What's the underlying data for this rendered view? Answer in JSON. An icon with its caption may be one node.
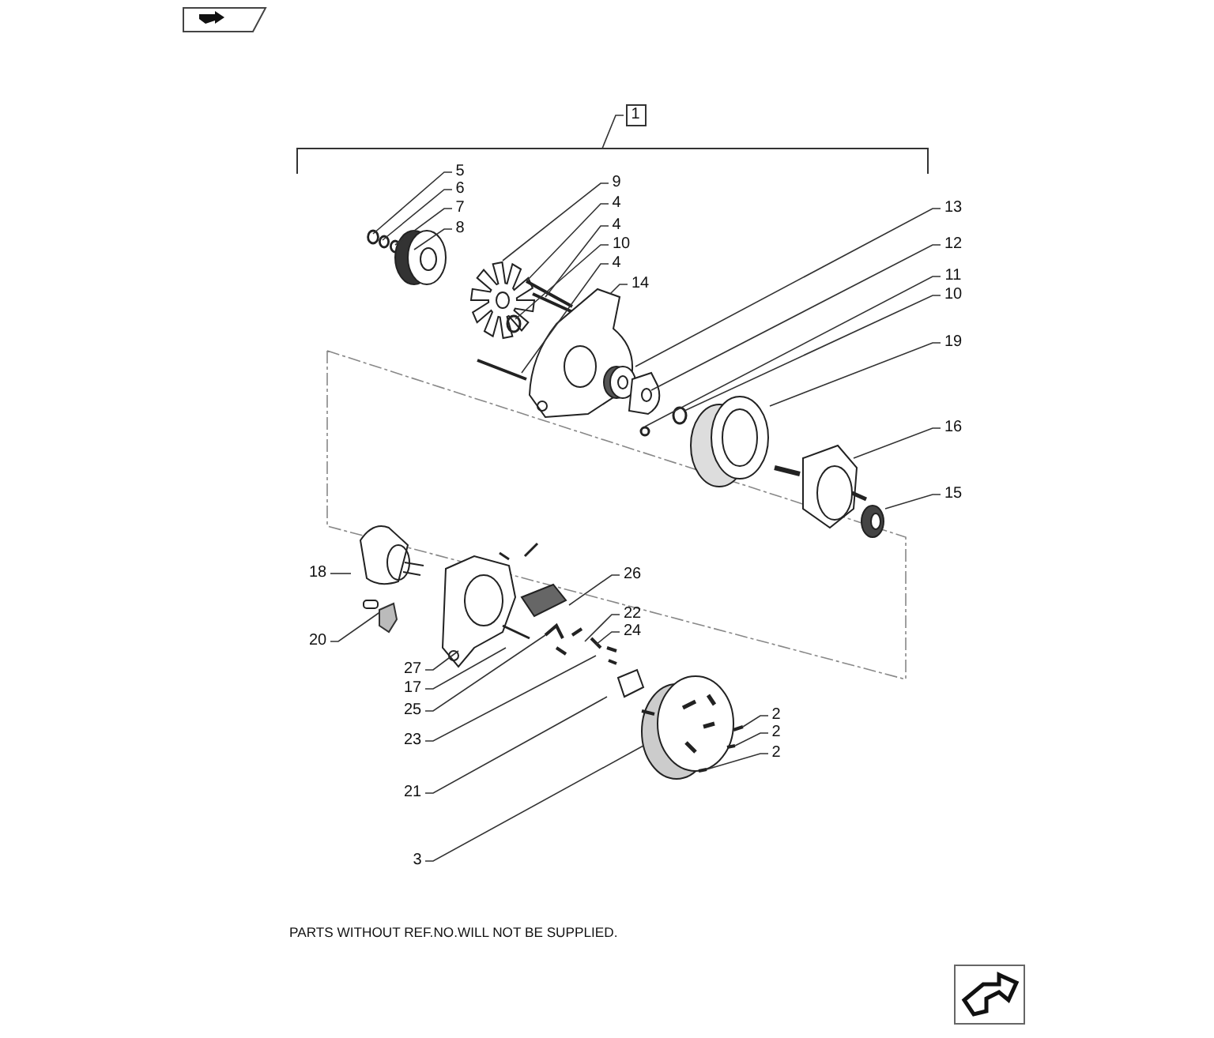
{
  "diagram": {
    "nodes": [
      {
        "text": [
          "1"
        ]
      },
      {
        "text": [
          "5"
        ]
      },
      {
        "text": [
          "6"
        ]
      },
      {
        "text": [
          "7"
        ]
      },
      {
        "text": [
          "8"
        ]
      },
      {
        "text": [
          "9"
        ]
      },
      {
        "text": [
          "4"
        ]
      },
      {
        "text": [
          "4"
        ]
      },
      {
        "text": [
          "10"
        ]
      },
      {
        "text": [
          "4"
        ]
      },
      {
        "text": [
          "14"
        ]
      },
      {
        "text": [
          "13"
        ]
      },
      {
        "text": [
          "12"
        ]
      },
      {
        "text": [
          "11"
        ]
      },
      {
        "text": [
          "10"
        ]
      },
      {
        "text": [
          "19"
        ]
      },
      {
        "text": [
          "16"
        ]
      },
      {
        "text": [
          "15"
        ]
      },
      {
        "text": [
          "18"
        ]
      },
      {
        "text": [
          "26"
        ]
      },
      {
        "text": [
          "22"
        ]
      },
      {
        "text": [
          "24"
        ]
      },
      {
        "text": [
          "20"
        ]
      },
      {
        "text": [
          "27"
        ]
      },
      {
        "text": [
          "17"
        ]
      },
      {
        "text": [
          "25"
        ]
      },
      {
        "text": [
          "23"
        ]
      },
      {
        "text": [
          "2"
        ]
      },
      {
        "text": [
          "2"
        ]
      },
      {
        "text": [
          "2"
        ]
      },
      {
        "text": [
          "21"
        ]
      },
      {
        "text": [
          "3"
        ]
      },
      {
        "text": [],
        "shape": "bracket"
      },
      {
        "text": [],
        "shape": "picture"
      }
    ],
    "edges": [
      {
        "from": 0,
        "to": 32,
        "arrow": "none"
      },
      {
        "from": 1,
        "to": null,
        "arrow": "none"
      },
      {
        "from": 2,
        "to": null,
        "arrow": "none"
      },
      {
        "from": 3,
        "to": null,
        "arrow": "none"
      },
      {
        "from": 4,
        "to": null,
        "arrow": "none"
      },
      {
        "from": 5,
        "to": null,
        "arrow": "none"
      },
      {
        "from": 6,
        "to": null,
        "arrow": "none"
      },
      {
        "from": 7,
        "to": null,
        "arrow": "none"
      },
      {
        "from": 8,
        "to": null,
        "arrow": "none"
      },
      {
        "from": 9,
        "to": null,
        "arrow": "none"
      },
      {
        "from": 10,
        "to": null,
        "arrow": "none"
      },
      {
        "from": 11,
        "to": null,
        "arrow": "none"
      },
      {
        "from": 12,
        "to": null,
        "arrow": "none"
      },
      {
        "from": 13,
        "to": null,
        "arrow": "none"
      },
      {
        "from": 14,
        "to": null,
        "arrow": "none"
      },
      {
        "from": 15,
        "to": null,
        "arrow": "none"
      },
      {
        "from": 16,
        "to": null,
        "arrow": "none"
      },
      {
        "from": 17,
        "to": null,
        "arrow": "none"
      },
      {
        "from": 18,
        "to": null,
        "arrow": "none"
      },
      {
        "from": 19,
        "to": null,
        "arrow": "none"
      },
      {
        "from": 20,
        "to": null,
        "arrow": "none"
      },
      {
        "from": 21,
        "to": null,
        "arrow": "none"
      },
      {
        "from": 22,
        "to": 33,
        "arrow": "none"
      },
      {
        "from": 23,
        "to": null,
        "arrow": "none"
      },
      {
        "from": 24,
        "to": null,
        "arrow": "none"
      },
      {
        "from": 25,
        "to": null,
        "arrow": "none"
      },
      {
        "from": 26,
        "to": null,
        "arrow": "none"
      },
      {
        "from": 27,
        "to": null,
        "arrow": "none"
      },
      {
        "from": 28,
        "to": null,
        "arrow": "none"
      },
      {
        "from": 29,
        "to": null,
        "arrow": "none"
      },
      {
        "from": 30,
        "to": null,
        "arrow": "none"
      },
      {
        "from": 31,
        "to": null,
        "arrow": "none"
      }
    ],
    "labels": [
      "PARTS WITHOUT REF.NO.WILL NOT BE SUPPLIED."
    ]
  }
}
